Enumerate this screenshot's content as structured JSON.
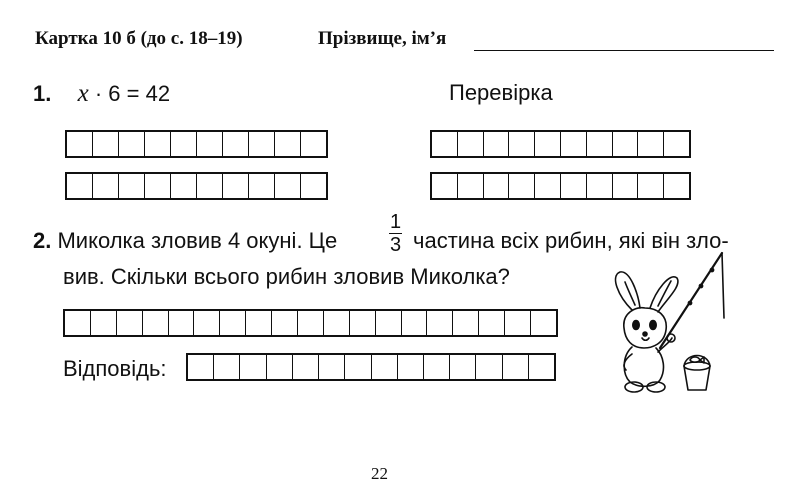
{
  "header": {
    "card": "Картка 10 б (до с. 18–19)",
    "name_label": "Прізвище, ім’я"
  },
  "task1": {
    "number": "1.",
    "variable": "x",
    "equation_rest": " · 6 = 42",
    "check_label": "Перевірка"
  },
  "task2": {
    "number": "2.",
    "text_before_fraction": "Миколка зловив 4 окуні. Це",
    "fraction_numerator": "1",
    "fraction_denominator": "3",
    "text_after_fraction": "частина всіх рибин, які він зло-",
    "line2": "вив. Скільки всього рибин зловив Миколка?",
    "answer_label": "Відповідь:"
  },
  "illustration": {
    "icon": "bunny-fishing-icon"
  },
  "page_number": "22"
}
